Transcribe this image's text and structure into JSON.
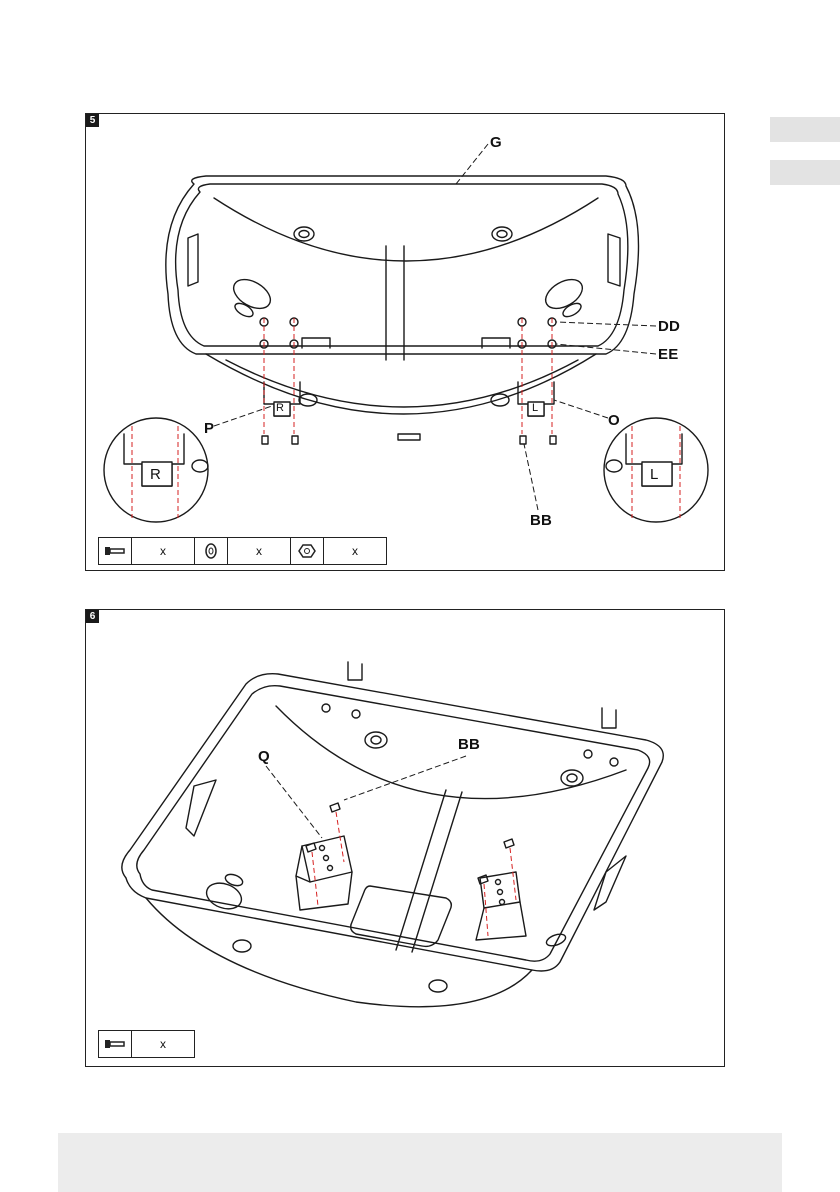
{
  "sidebar": {
    "tabs": [
      "",
      ""
    ]
  },
  "step5": {
    "number": "5",
    "callouts": {
      "G": "G",
      "DD": "DD",
      "EE": "EE",
      "P": "P",
      "O": "O",
      "BB": "BB"
    },
    "bracket_labels": {
      "right": "R",
      "left": "L"
    },
    "parts": [
      {
        "icon": "bolt-icon",
        "qty": "x"
      },
      {
        "icon": "washer-icon",
        "qty": "x"
      },
      {
        "icon": "nut-icon",
        "qty": "x"
      }
    ]
  },
  "step6": {
    "number": "6",
    "callouts": {
      "Q": "Q",
      "BB": "BB"
    },
    "parts": [
      {
        "icon": "bolt-icon",
        "qty": "x"
      }
    ]
  },
  "colors": {
    "guide_line": "#d62020",
    "line_art": "#1a1a1a"
  }
}
